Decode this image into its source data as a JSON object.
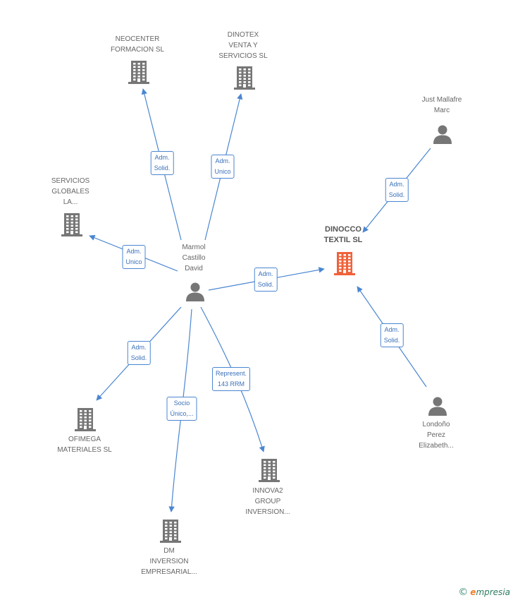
{
  "colors": {
    "company": "#767676",
    "company_main": "#f0623a",
    "person": "#767676",
    "edge": "#4a86d1",
    "edge_text": "#3a70b8",
    "label": "#666666"
  },
  "nodes": [
    {
      "id": "neocenter",
      "type": "company",
      "icon": "building-icon",
      "lines": [
        "NEOCENTER",
        "FORMACION SL"
      ]
    },
    {
      "id": "dinotex",
      "type": "company",
      "icon": "building-icon",
      "lines": [
        "DINOTEX",
        "VENTA Y",
        "SERVICIOS SL"
      ]
    },
    {
      "id": "just",
      "type": "person",
      "icon": "person-icon",
      "lines": [
        "Just Mallafre",
        "Marc"
      ]
    },
    {
      "id": "servicios",
      "type": "company",
      "icon": "building-icon",
      "lines": [
        "SERVICIOS",
        "GLOBALES",
        "LA..."
      ]
    },
    {
      "id": "dinocco",
      "type": "company_main",
      "icon": "building-icon",
      "lines": [
        "DINOCCO",
        "TEXTIL SL"
      ]
    },
    {
      "id": "marmol",
      "type": "person",
      "icon": "person-icon",
      "lines": [
        "Marmol",
        "Castillo",
        "David"
      ]
    },
    {
      "id": "ofimega",
      "type": "company",
      "icon": "building-icon",
      "lines": [
        "OFIMEGA",
        "MATERIALES SL"
      ]
    },
    {
      "id": "londono",
      "type": "person",
      "icon": "person-icon",
      "lines": [
        "Londoño",
        "Perez",
        "Elizabeth..."
      ]
    },
    {
      "id": "innova2",
      "type": "company",
      "icon": "building-icon",
      "lines": [
        "INNOVA2",
        "GROUP",
        "INVERSION..."
      ]
    },
    {
      "id": "dm",
      "type": "company",
      "icon": "building-icon",
      "lines": [
        "DM",
        "INVERSION",
        "EMPRESARIAL..."
      ]
    }
  ],
  "edges": [
    {
      "from": "marmol",
      "to": "neocenter",
      "label": [
        "Adm.",
        "Solid."
      ]
    },
    {
      "from": "marmol",
      "to": "dinotex",
      "label": [
        "Adm.",
        "Unico"
      ]
    },
    {
      "from": "just",
      "to": "dinocco",
      "label": [
        "Adm.",
        "Solid."
      ]
    },
    {
      "from": "marmol",
      "to": "servicios",
      "label": [
        "Adm.",
        "Unico"
      ]
    },
    {
      "from": "marmol",
      "to": "dinocco",
      "label": [
        "Adm.",
        "Solid."
      ]
    },
    {
      "from": "londono",
      "to": "dinocco",
      "label": [
        "Adm.",
        "Solid."
      ]
    },
    {
      "from": "marmol",
      "to": "ofimega",
      "label": [
        "Adm.",
        "Solid."
      ]
    },
    {
      "from": "marmol",
      "to": "innova2",
      "label": [
        "Represent.",
        "143 RRM"
      ]
    },
    {
      "from": "marmol",
      "to": "dm",
      "label": [
        "Socio",
        "Único,..."
      ]
    }
  ],
  "footer": {
    "copyright": "©",
    "brand_first": "e",
    "brand_rest": "mpresia"
  }
}
